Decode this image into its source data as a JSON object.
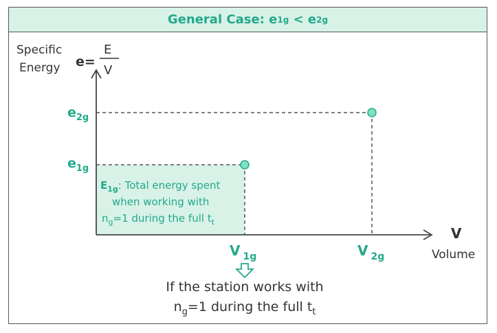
{
  "header": {
    "title_prefix": "General Case: e",
    "sub1": "1g",
    "mid": " < e",
    "sub2": "2g"
  },
  "axes": {
    "y_label_line1": "Specific",
    "y_label_line2": "Energy",
    "formula_lhs": "e=",
    "formula_num": "E",
    "formula_den": "V",
    "x_symbol": "V",
    "x_label": "Volume"
  },
  "ticks": {
    "e2g_main": "e",
    "e2g_sub": "2g",
    "e1g_main": "e",
    "e1g_sub": "1g",
    "v1g_main": "V",
    "v1g_sub": "1g",
    "v2g_main": "V",
    "v2g_sub": "2g"
  },
  "box": {
    "line1_main": "E",
    "line1_sub": "1g",
    "line1_rest": ": Total energy spent",
    "line2": "when working with",
    "line3_a": "n",
    "line3_sub": "g",
    "line3_b": "=1 during the full t",
    "line3_sub2": "t"
  },
  "caption": {
    "line1": "If the station works with",
    "line2_a": "n",
    "line2_sub": "g",
    "line2_b": "=1 during the full t",
    "line2_sub2": "t"
  },
  "colors": {
    "accent": "#22a98a",
    "fill": "#d9f2e8",
    "axis": "#444444"
  }
}
